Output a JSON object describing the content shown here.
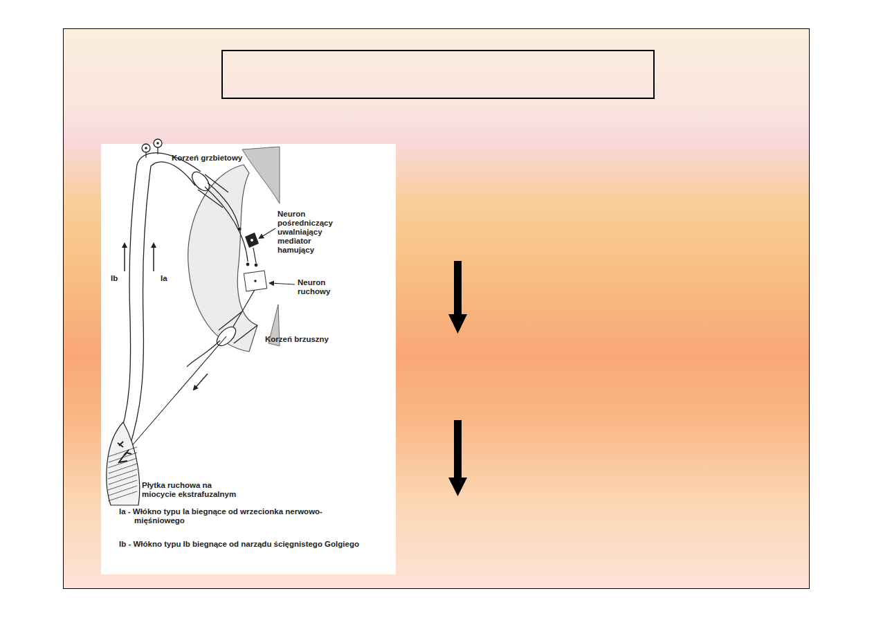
{
  "diagram": {
    "labels": [
      "Korzeń grzbietowy",
      "Neuron pośredniczący uwalniający mediator hamujący",
      "Neuron ruchowy",
      "Ib",
      "Ia",
      "Korzeń brzuszny",
      "Płytka ruchowa na miocycie ekstrafuzalnym",
      "Ia - Włókno typu Ia biegnące od wrzecionka nerwowo-mięśniowego",
      "Ib - Włókno typu Ib biegnące od narządu ścięgnistego Golgiego"
    ]
  }
}
